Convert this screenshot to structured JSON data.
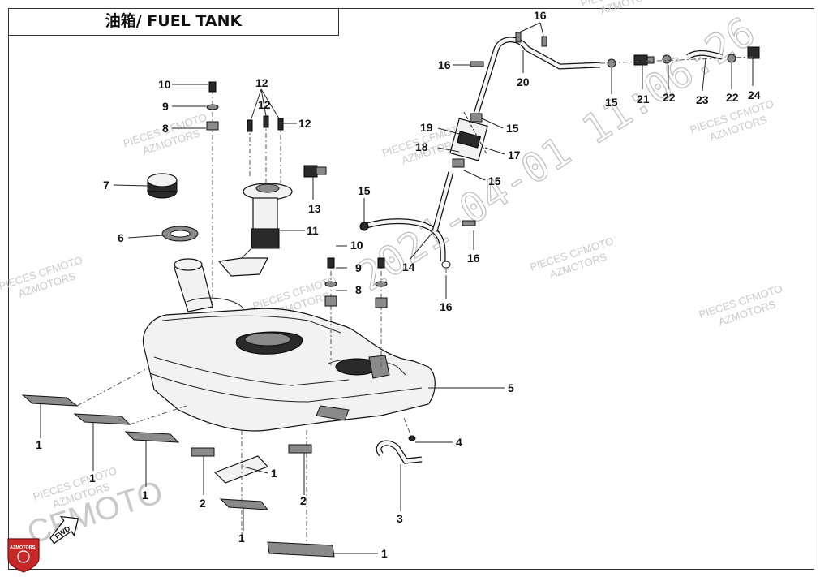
{
  "title": "油箱/ FUEL TANK",
  "stamp": "2021-04-01 11:06:26",
  "watermarks": {
    "line1": "PIECES CFMOTO",
    "line2": "AZMOTORS",
    "brand": "CFMOTO"
  },
  "logo_text": "AZMOTORS",
  "fwd_label": "FWD",
  "callouts": [
    {
      "id": "c1a",
      "label": "1"
    },
    {
      "id": "c1b",
      "label": "1"
    },
    {
      "id": "c1c",
      "label": "1"
    },
    {
      "id": "c1d",
      "label": "1"
    },
    {
      "id": "c1e",
      "label": "1"
    },
    {
      "id": "c1f",
      "label": "1"
    },
    {
      "id": "c2a",
      "label": "2"
    },
    {
      "id": "c2b",
      "label": "2"
    },
    {
      "id": "c3",
      "label": "3"
    },
    {
      "id": "c4",
      "label": "4"
    },
    {
      "id": "c5",
      "label": "5"
    },
    {
      "id": "c6",
      "label": "6"
    },
    {
      "id": "c7",
      "label": "7"
    },
    {
      "id": "c8a",
      "label": "8"
    },
    {
      "id": "c8b",
      "label": "8"
    },
    {
      "id": "c9a",
      "label": "9"
    },
    {
      "id": "c9b",
      "label": "9"
    },
    {
      "id": "c10a",
      "label": "10"
    },
    {
      "id": "c10b",
      "label": "10"
    },
    {
      "id": "c11",
      "label": "11"
    },
    {
      "id": "c12a",
      "label": "12"
    },
    {
      "id": "c12b",
      "label": "12"
    },
    {
      "id": "c12c",
      "label": "12"
    },
    {
      "id": "c13",
      "label": "13"
    },
    {
      "id": "c14",
      "label": "14"
    },
    {
      "id": "c15a",
      "label": "15"
    },
    {
      "id": "c15b",
      "label": "15"
    },
    {
      "id": "c15c",
      "label": "15"
    },
    {
      "id": "c15d",
      "label": "15"
    },
    {
      "id": "c16a",
      "label": "16"
    },
    {
      "id": "c16b",
      "label": "16"
    },
    {
      "id": "c16c",
      "label": "16"
    },
    {
      "id": "c16d",
      "label": "16"
    },
    {
      "id": "c17",
      "label": "17"
    },
    {
      "id": "c18",
      "label": "18"
    },
    {
      "id": "c19",
      "label": "19"
    },
    {
      "id": "c20",
      "label": "20"
    },
    {
      "id": "c21",
      "label": "21"
    },
    {
      "id": "c22a",
      "label": "22"
    },
    {
      "id": "c22b",
      "label": "22"
    },
    {
      "id": "c23",
      "label": "23"
    },
    {
      "id": "c24",
      "label": "24"
    }
  ]
}
